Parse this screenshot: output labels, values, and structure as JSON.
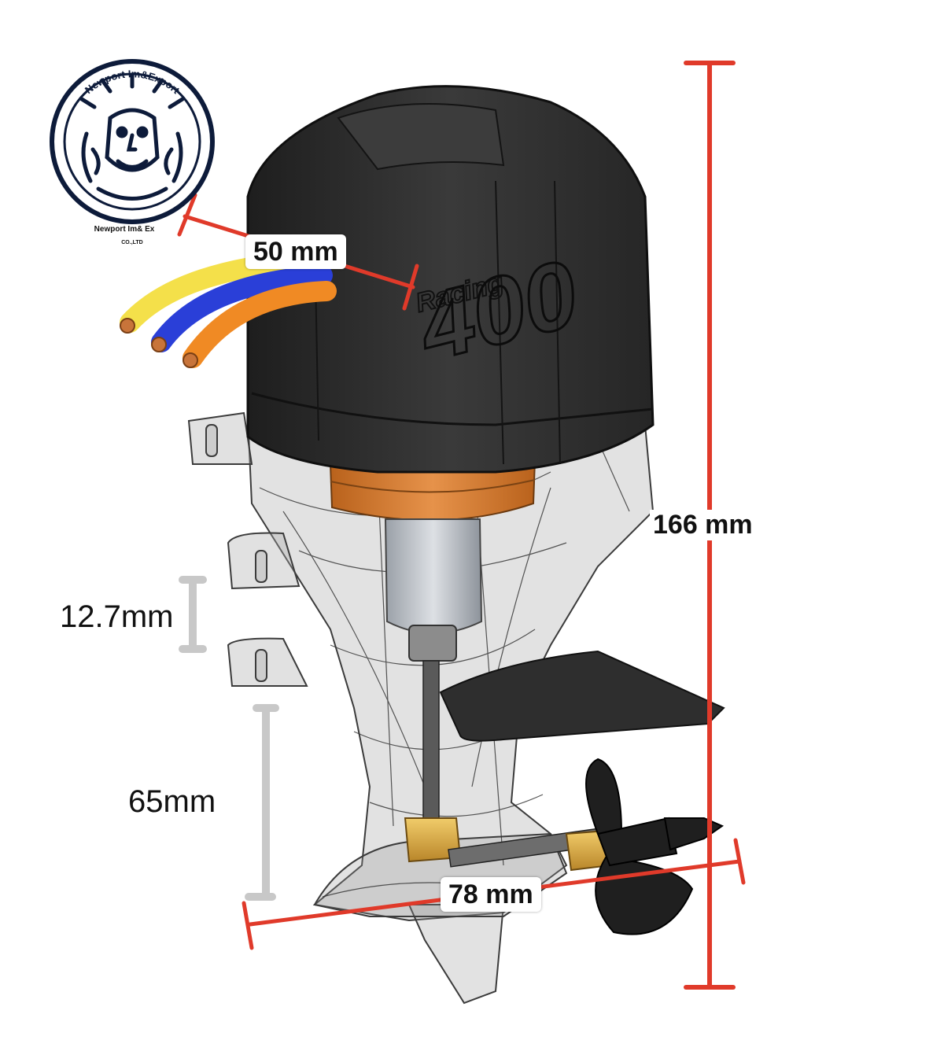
{
  "logo": {
    "arc_text": "Newport Im&Export",
    "company_line1": "Newport Im& Ex",
    "company_line2": "CO.,LTD"
  },
  "cowling": {
    "brand_script": "Racing",
    "model_number": "400"
  },
  "dimensions": {
    "width_top": "50 mm",
    "height_total": "166 mm",
    "bracket_gap": "12.7mm",
    "lower_depth": "65mm",
    "length_bottom": "78 mm"
  },
  "colors": {
    "dimension_red": "#e03a2a",
    "dimension_gray": "#c8c8c8",
    "cowling_black": "#2b2b2b",
    "wire_yellow": "#f4e04a",
    "wire_blue": "#2a3fd8",
    "wire_orange": "#f08a24",
    "motor_copper": "#d2782a",
    "brass": "#d9a83a"
  }
}
